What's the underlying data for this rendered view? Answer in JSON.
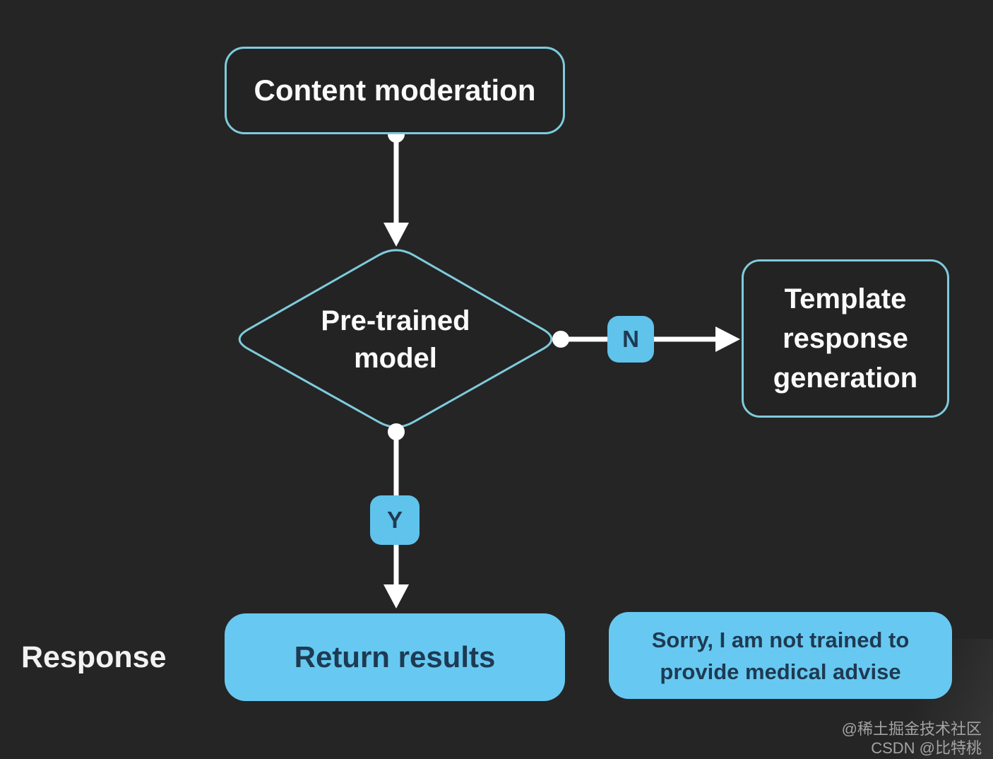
{
  "diagram": {
    "nodes": {
      "content_moderation": {
        "label": "Content moderation"
      },
      "pretrained_model": {
        "line1": "Pre-trained",
        "line2": "model"
      },
      "template_response": {
        "line1": "Template",
        "line2": "response",
        "line3": "generation"
      },
      "return_results": {
        "label": "Return results"
      },
      "sorry_response": {
        "line1": "Sorry, I am not trained to",
        "line2": "provide medical advise"
      }
    },
    "edge_labels": {
      "no": "N",
      "yes": "Y"
    },
    "side_label": "Response"
  },
  "watermark": {
    "line1": "@稀土掘金技术社区",
    "line2": "CSDN @比特桃"
  },
  "colors": {
    "background": "#252526",
    "node_fill_dark": "#232324",
    "node_border_cyan": "#7ecbdb",
    "node_fill_blue": "#67c9f1",
    "badge_blue": "#5fc3eb",
    "dark_text": "#1e3a52",
    "white_text": "#fafafa",
    "watermark_text": "#a3a3a3",
    "connector_white": "#ffffff"
  }
}
